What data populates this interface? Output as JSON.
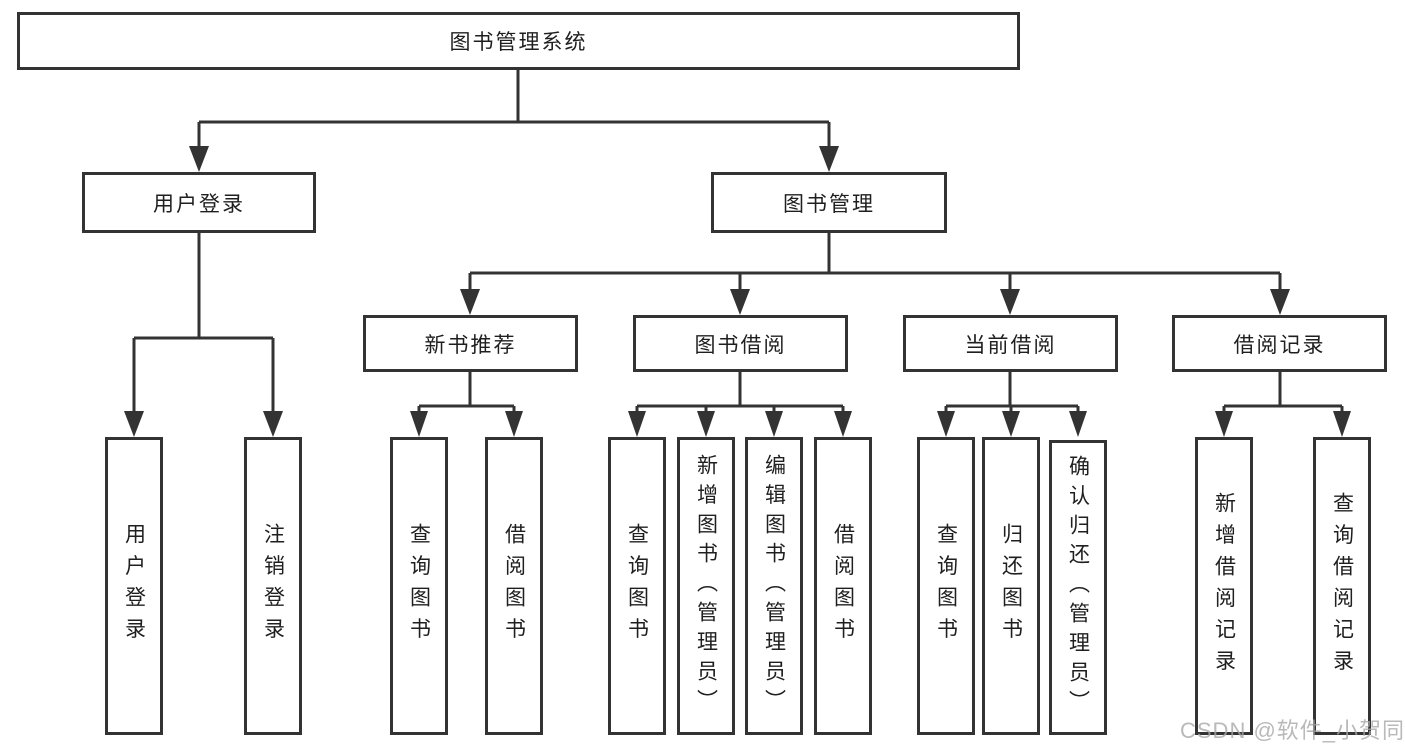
{
  "tree": {
    "label": "图书管理系统",
    "children": [
      {
        "label": "用户登录",
        "children": [
          {
            "label": "用户登录"
          },
          {
            "label": "注销登录"
          }
        ]
      },
      {
        "label": "图书管理",
        "children": [
          {
            "label": "新书推荐",
            "children": [
              {
                "label": "查询图书"
              },
              {
                "label": "借阅图书"
              }
            ]
          },
          {
            "label": "图书借阅",
            "children": [
              {
                "label": "查询图书"
              },
              {
                "label": "新增图书（管理员）"
              },
              {
                "label": "编辑图书（管理员）"
              },
              {
                "label": "借阅图书"
              }
            ]
          },
          {
            "label": "当前借阅",
            "children": [
              {
                "label": "查询图书"
              },
              {
                "label": "归还图书"
              },
              {
                "label": "确认归还（管理员）"
              }
            ]
          },
          {
            "label": "借阅记录",
            "children": [
              {
                "label": "新增借阅记录"
              },
              {
                "label": "查询借阅记录"
              }
            ]
          }
        ]
      }
    ]
  },
  "watermark": "CSDN @软件_小贺同学",
  "colors": {
    "line": "#333333",
    "box_border": "#333333",
    "text": "#1f1f1f",
    "watermark": "#a8a8a8",
    "background": "#ffffff"
  }
}
